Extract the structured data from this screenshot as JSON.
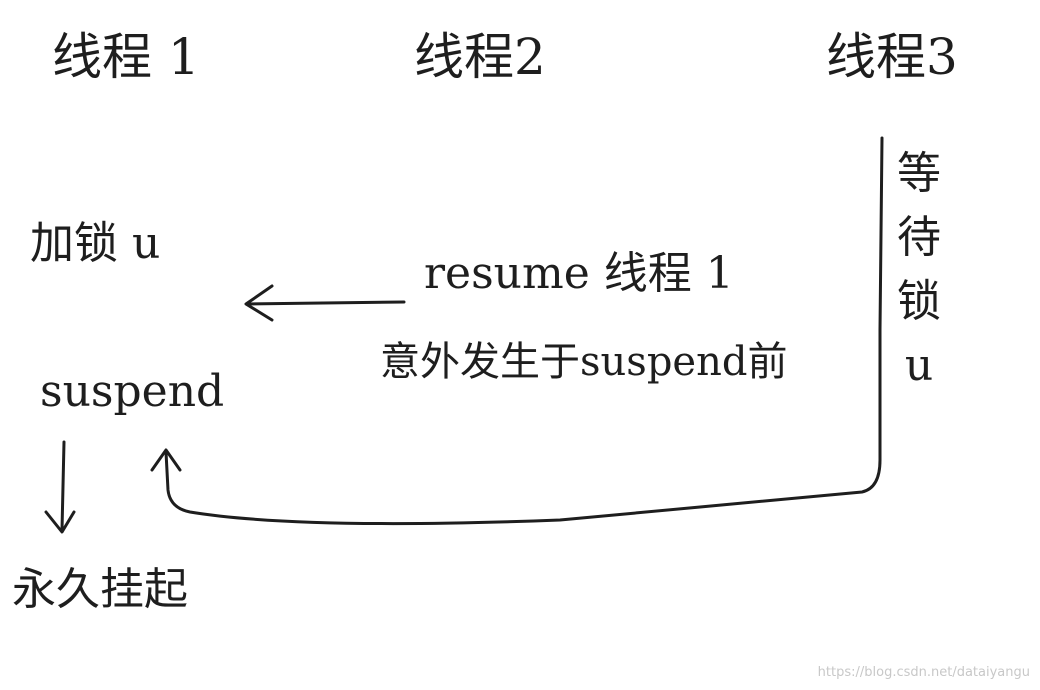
{
  "columns": {
    "thread1": "线程 1",
    "thread2": "线程2",
    "thread3": "线程3"
  },
  "thread1": {
    "lock": "加锁 u",
    "suspend": "suspend",
    "result": "永久挂起"
  },
  "thread2": {
    "resume": "resume 线程 1",
    "note": "意外发生于suspend前"
  },
  "thread3": {
    "wait_chars": [
      "等",
      "待",
      "锁",
      "u"
    ]
  },
  "watermark": "https://blog.csdn.net/dataiyangu"
}
